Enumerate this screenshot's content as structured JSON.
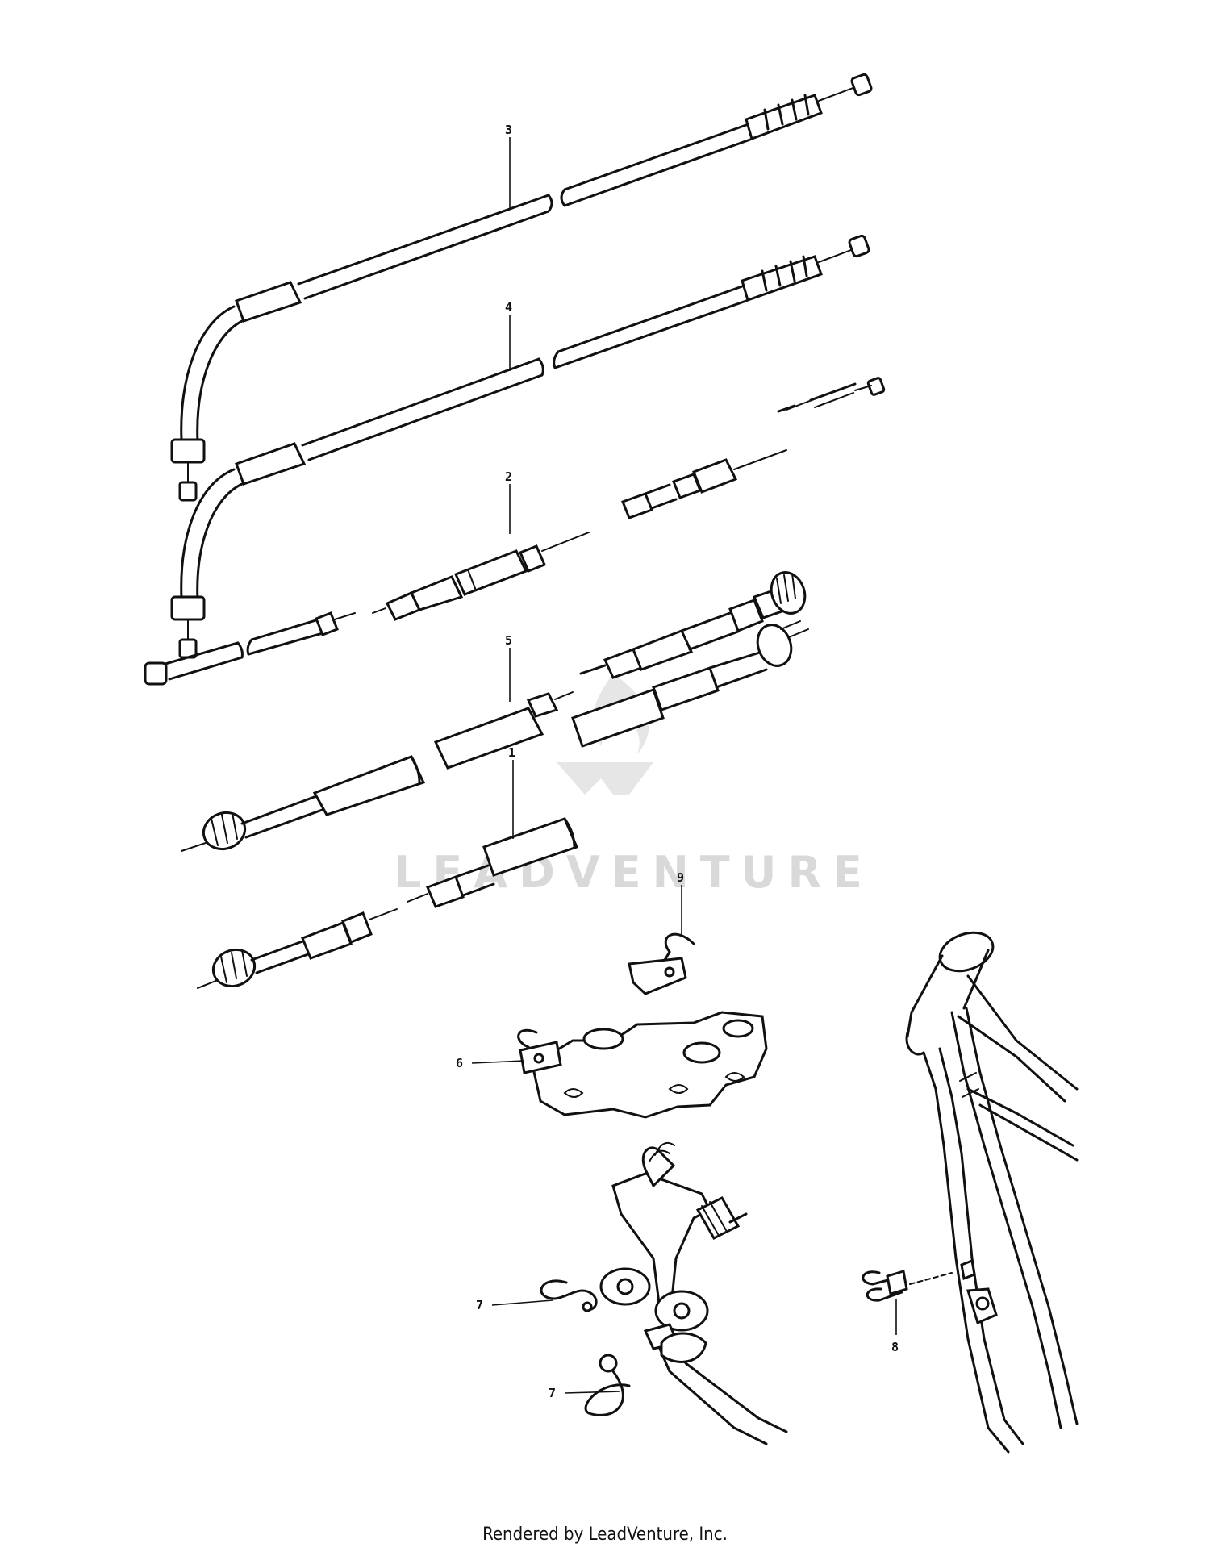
{
  "diagram": {
    "callouts": {
      "p1": "1",
      "p2": "2",
      "p3": "3",
      "p4": "4",
      "p5": "5",
      "p6": "6",
      "p7a": "7",
      "p7b": "7",
      "p8": "8",
      "p9": "9"
    },
    "parts": [
      {
        "ref": "3",
        "name": "throttle-cable"
      },
      {
        "ref": "4",
        "name": "throttle-cable"
      },
      {
        "ref": "2",
        "name": "clutch-cable"
      },
      {
        "ref": "5",
        "name": "tachometer-cable"
      },
      {
        "ref": "1",
        "name": "speedometer-cable"
      },
      {
        "ref": "6",
        "name": "cable-guide-clip"
      },
      {
        "ref": "7",
        "name": "cable-clamp"
      },
      {
        "ref": "8",
        "name": "frame-clamp"
      },
      {
        "ref": "9",
        "name": "cable-guide-clip"
      }
    ]
  },
  "watermark": {
    "text": "LEADVENTURE"
  },
  "footer": {
    "text": "Rendered by LeadVenture, Inc."
  }
}
